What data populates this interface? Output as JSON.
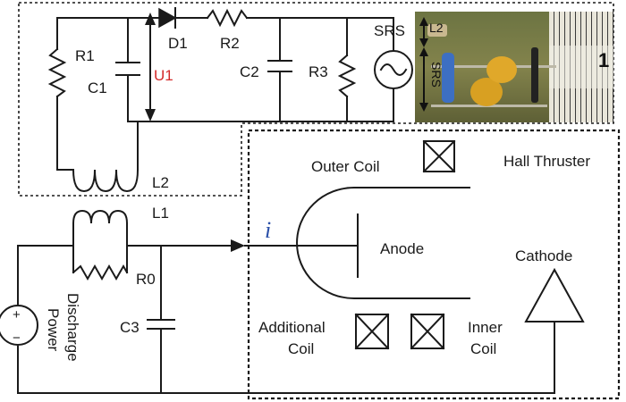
{
  "labels": {
    "r1": "R1",
    "c1": "C1",
    "u1": "U1",
    "d1": "D1",
    "r2": "R2",
    "c2": "C2",
    "r3": "R3",
    "srs": "SRS",
    "l2": "L2",
    "l1": "L1",
    "r0": "R0",
    "c3": "C3",
    "current": "i",
    "discharge_power_line1": "Discharge",
    "discharge_power_line2": "Power",
    "outer_coil": "Outer Coil",
    "hall_thruster": "Hall Thruster",
    "anode": "Anode",
    "cathode": "Cathode",
    "additional_coil_line1": "Additional",
    "additional_coil_line2": "Coil",
    "inner_coil_line1": "Inner",
    "inner_coil_line2": "Coil",
    "plus": "+",
    "minus": "−"
  },
  "photo": {
    "label_l2": "L2",
    "label_srs": "SRS",
    "ruler_mark": "1"
  },
  "colors": {
    "ink": "#1a1a1a",
    "u1_label": "#d42a2a",
    "current_label": "#2a4fa8"
  }
}
